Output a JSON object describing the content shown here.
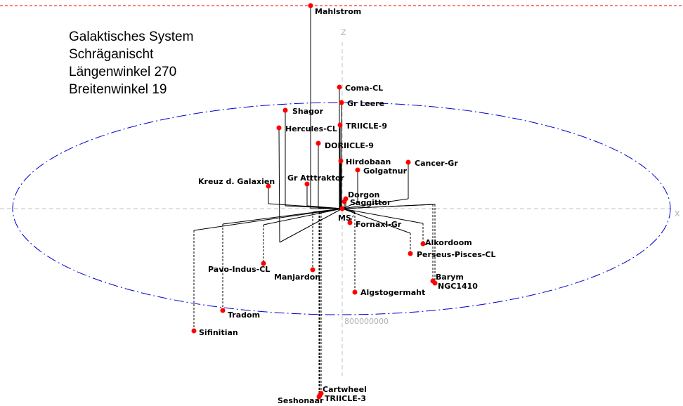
{
  "title_lines": [
    "Galaktisches System",
    "Schräganischt",
    "Längenwinkel  270",
    "Breitenwinkel  19"
  ],
  "axes": {
    "z_label": "Z",
    "x_label": "X",
    "scale_label": "800000000"
  },
  "colors": {
    "marker": "#ff0000",
    "ellipse": "#0000cc",
    "axis": "#c0c0c0",
    "top_line": "#ff0000",
    "line": "#000000"
  },
  "objects": [
    {
      "id": "mahlstrom",
      "label": "Mahlstrom"
    },
    {
      "id": "coma-cl",
      "label": "Coma-CL"
    },
    {
      "id": "gr-leere",
      "label": "Gr Leere"
    },
    {
      "id": "shagor",
      "label": "Shagor"
    },
    {
      "id": "triicle-9",
      "label": "TRIICLE-9"
    },
    {
      "id": "hercules-cl",
      "label": "Hercules-CL"
    },
    {
      "id": "doriicle-9",
      "label": "DORIICLE-9"
    },
    {
      "id": "hirdobaan",
      "label": "Hirdobaan"
    },
    {
      "id": "cancer-gr",
      "label": "Cancer-Gr"
    },
    {
      "id": "golgatnur",
      "label": "Golgatnur"
    },
    {
      "id": "gr-atttraktor",
      "label": "Gr Atttraktor"
    },
    {
      "id": "kreuz-galaxien",
      "label": "Kreuz d. Galaxien"
    },
    {
      "id": "dorgon",
      "label": "Dorgon"
    },
    {
      "id": "saggittor",
      "label": "Saggittor"
    },
    {
      "id": "ms",
      "label": "MS"
    },
    {
      "id": "fornaxl-gr",
      "label": "Fornaxl-Gr"
    },
    {
      "id": "alkordoom",
      "label": "Alkordoom"
    },
    {
      "id": "perseus-pisces-cl",
      "label": "Perseus-Pisces-CL"
    },
    {
      "id": "pavo-indus-cl",
      "label": "Pavo-Indus-CL"
    },
    {
      "id": "manjardon",
      "label": "Manjardon"
    },
    {
      "id": "barym",
      "label": "Barym"
    },
    {
      "id": "ngc1410",
      "label": "NGC1410"
    },
    {
      "id": "algstogermaht",
      "label": "Algstogermaht"
    },
    {
      "id": "tradom",
      "label": "Tradom"
    },
    {
      "id": "sifinitian",
      "label": "Sifinitian"
    },
    {
      "id": "cartwheel",
      "label": "Cartwheel"
    },
    {
      "id": "triicle-3",
      "label": "TRIICLE-3"
    },
    {
      "id": "seshonaar",
      "label": "Seshonaar"
    }
  ]
}
